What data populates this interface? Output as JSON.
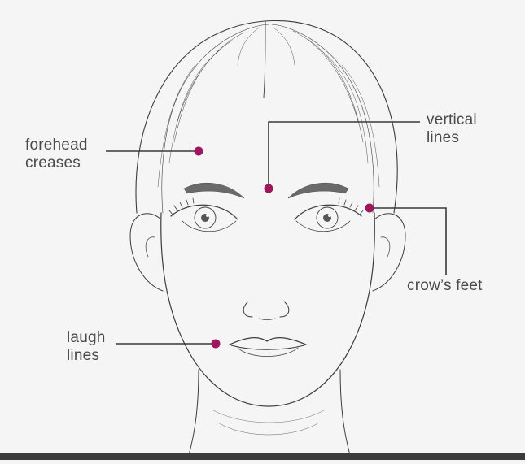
{
  "labels": {
    "forehead_creases": [
      "forehead",
      "creases"
    ],
    "vertical_lines": [
      "vertical",
      "lines"
    ],
    "crows_feet": [
      "crow’s feet"
    ],
    "laugh_lines": [
      "laugh",
      "lines"
    ]
  },
  "colors": {
    "marker": "#a0165f",
    "leader_line": "#3a3a3a",
    "sketch": "#3c3c3c",
    "background": "#f5f5f5",
    "bottom_bar": "#3b3b3b"
  }
}
